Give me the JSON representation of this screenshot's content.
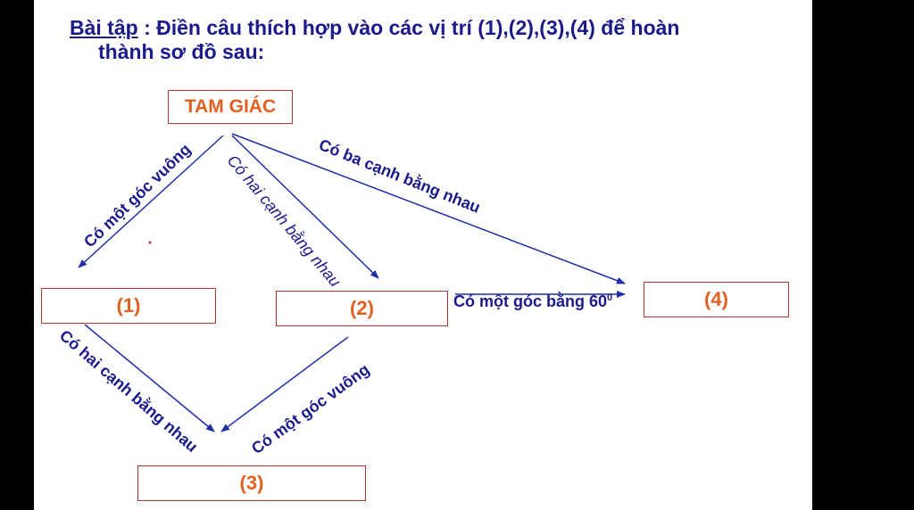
{
  "title": {
    "prefix": "Bài tập",
    "line1_rest": " : Điền câu thích hợp vào các vị trí (1),(2),(3),(4)  để hoàn",
    "line2": "thành sơ đồ sau:"
  },
  "nodes": {
    "root": "TAM GIÁC",
    "n1": "(1)",
    "n2": "(2)",
    "n3": "(3)",
    "n4": "(4)"
  },
  "edges": {
    "root_to_1": "Có một góc vuông",
    "root_to_2": "Có hai cạnh bằng nhau",
    "root_to_4": "Có ba cạnh bằng nhau",
    "n2_to_4": "Có một góc bằng 60",
    "n2_to_4_sup": "0",
    "n1_to_3": "Có hai cạnh bằng nhau",
    "n2_to_3": "Có một góc vuông"
  },
  "colors": {
    "text_blue": "#1a1a8c",
    "box_border": "#b03a2e",
    "box_text": "#e0601f",
    "arrow": "#1f2fa8"
  }
}
